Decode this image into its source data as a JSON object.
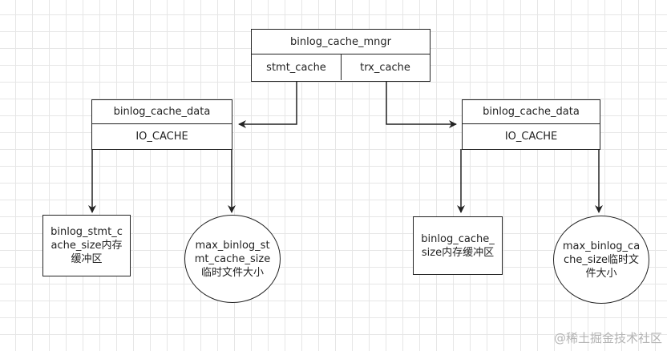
{
  "mngr": {
    "title": "binlog_cache_mngr",
    "left_cell": "stmt_cache",
    "right_cell": "trx_cache"
  },
  "left_data": {
    "title": "binlog_cache_data",
    "sub": "IO_CACHE"
  },
  "right_data": {
    "title": "binlog_cache_data",
    "sub": "IO_CACHE"
  },
  "leaves": {
    "stmt_cache_size": "binlog_stmt_cache_size内存缓冲区",
    "max_stmt_cache_size": "max_binlog_stmt_cache_size临时文件大小",
    "cache_size": "binlog_cache_size内存缓冲区",
    "max_cache_size": "max_binlog_cache_size临时文件大小"
  },
  "watermark": "@稀土掘金技术社区",
  "colors": {
    "line": "#222222",
    "grid": "#e6e6e6",
    "background": "#ffffff"
  }
}
